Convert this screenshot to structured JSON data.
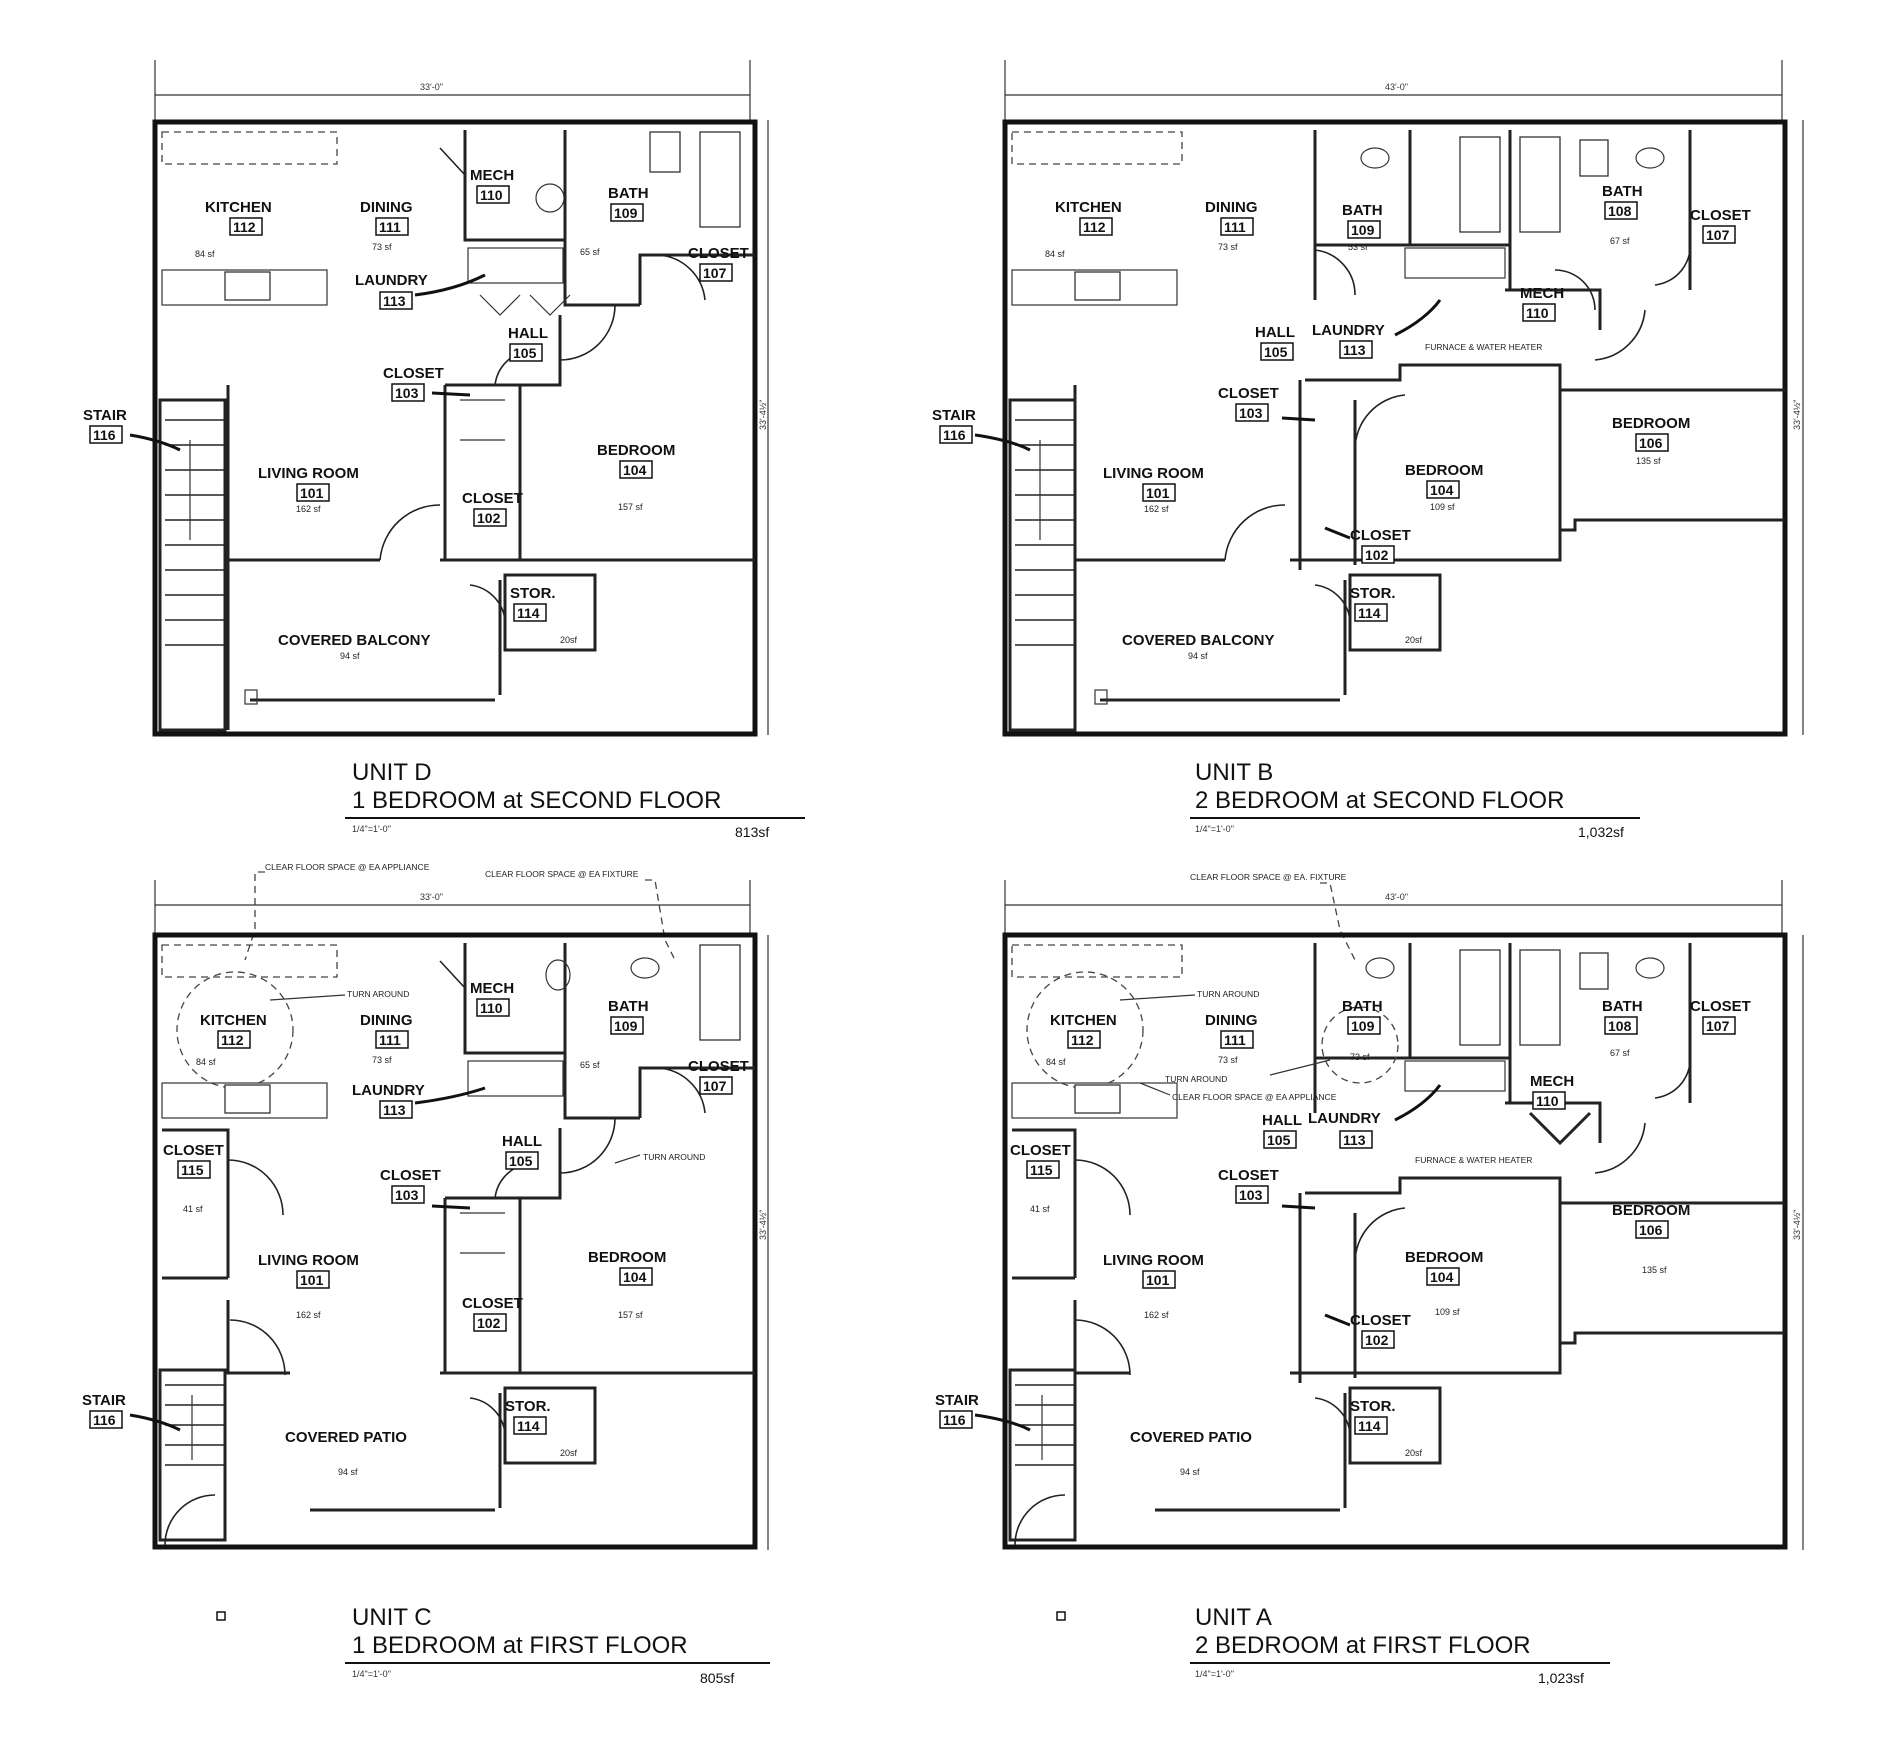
{
  "units": [
    {
      "id": "unit-d",
      "title": "UNIT D",
      "subtitle": "1 BEDROOM at SECOND FLOOR",
      "scale": "1/4\"=1'-0\"",
      "area": "813sf",
      "width_dim": "33'-0\"",
      "depth_dim": "33'-4½\"",
      "rooms": {
        "kitchen": {
          "name": "KITCHEN",
          "num": "112",
          "sf": "84 sf"
        },
        "dining": {
          "name": "DINING",
          "num": "111",
          "sf": "73 sf"
        },
        "mech": {
          "name": "MECH",
          "num": "110"
        },
        "bath": {
          "name": "BATH",
          "num": "109",
          "sf": "65 sf"
        },
        "closet107": {
          "name": "CLOSET",
          "num": "107"
        },
        "laundry": {
          "name": "LAUNDRY",
          "num": "113"
        },
        "hall": {
          "name": "HALL",
          "num": "105"
        },
        "closet103": {
          "name": "CLOSET",
          "num": "103"
        },
        "stair": {
          "name": "STAIR",
          "num": "116"
        },
        "living": {
          "name": "LIVING ROOM",
          "num": "101",
          "sf": "162 sf"
        },
        "closet102": {
          "name": "CLOSET",
          "num": "102"
        },
        "bedroom": {
          "name": "BEDROOM",
          "num": "104",
          "sf": "157 sf"
        },
        "stor": {
          "name": "STOR.",
          "num": "114",
          "sf": "20sf"
        },
        "balcony": {
          "name": "COVERED BALCONY",
          "sf": "94 sf"
        }
      }
    },
    {
      "id": "unit-b",
      "title": "UNIT B",
      "subtitle": "2 BEDROOM at SECOND FLOOR",
      "scale": "1/4\"=1'-0\"",
      "area": "1,032sf",
      "width_dim": "43'-0\"",
      "depth_dim": "33'-4½\"",
      "rooms": {
        "kitchen": {
          "name": "KITCHEN",
          "num": "112",
          "sf": "84 sf"
        },
        "dining": {
          "name": "DINING",
          "num": "111",
          "sf": "73 sf"
        },
        "bath109": {
          "name": "BATH",
          "num": "109",
          "sf": "53 sf"
        },
        "bath108": {
          "name": "BATH",
          "num": "108",
          "sf": "67 sf"
        },
        "closet107": {
          "name": "CLOSET",
          "num": "107"
        },
        "hall": {
          "name": "HALL",
          "num": "105"
        },
        "laundry": {
          "name": "LAUNDRY",
          "num": "113"
        },
        "mech": {
          "name": "MECH",
          "num": "110"
        },
        "furnace_note": "FURNACE & WATER HEATER",
        "closet103": {
          "name": "CLOSET",
          "num": "103"
        },
        "stair": {
          "name": "STAIR",
          "num": "116"
        },
        "living": {
          "name": "LIVING ROOM",
          "num": "101",
          "sf": "162 sf"
        },
        "bedroom104": {
          "name": "BEDROOM",
          "num": "104",
          "sf": "109 sf"
        },
        "bedroom106": {
          "name": "BEDROOM",
          "num": "106",
          "sf": "135 sf"
        },
        "closet102": {
          "name": "CLOSET",
          "num": "102"
        },
        "stor": {
          "name": "STOR.",
          "num": "114",
          "sf": "20sf"
        },
        "balcony": {
          "name": "COVERED BALCONY",
          "sf": "94 sf"
        }
      }
    },
    {
      "id": "unit-c",
      "title": "UNIT C",
      "subtitle": "1 BEDROOM at FIRST FLOOR",
      "scale": "1/4\"=1'-0\"",
      "area": "805sf",
      "width_dim": "33'-0\"",
      "depth_dim": "33'-4½\"",
      "notes": {
        "clear_appliance": "CLEAR FLOOR SPACE @ EA APPLIANCE",
        "clear_fixture": "CLEAR FLOOR SPACE @ EA FIXTURE",
        "turn_around": "TURN AROUND",
        "turn_around_hall": "TURN AROUND"
      },
      "rooms": {
        "kitchen": {
          "name": "KITCHEN",
          "num": "112",
          "sf": "84 sf"
        },
        "dining": {
          "name": "DINING",
          "num": "111",
          "sf": "73 sf"
        },
        "mech": {
          "name": "MECH",
          "num": "110"
        },
        "bath": {
          "name": "BATH",
          "num": "109",
          "sf": "65 sf"
        },
        "closet107": {
          "name": "CLOSET",
          "num": "107"
        },
        "laundry": {
          "name": "LAUNDRY",
          "num": "113"
        },
        "hall": {
          "name": "HALL",
          "num": "105"
        },
        "closet115": {
          "name": "CLOSET",
          "num": "115",
          "sf": "41 sf"
        },
        "closet103": {
          "name": "CLOSET",
          "num": "103"
        },
        "living": {
          "name": "LIVING ROOM",
          "num": "101",
          "sf": "162 sf"
        },
        "closet102": {
          "name": "CLOSET",
          "num": "102"
        },
        "bedroom": {
          "name": "BEDROOM",
          "num": "104",
          "sf": "157 sf"
        },
        "stair": {
          "name": "STAIR",
          "num": "116"
        },
        "stor": {
          "name": "STOR.",
          "num": "114",
          "sf": "20sf"
        },
        "patio": {
          "name": "COVERED PATIO",
          "sf": "94 sf"
        }
      }
    },
    {
      "id": "unit-a",
      "title": "UNIT A",
      "subtitle": "2 BEDROOM at FIRST FLOOR",
      "scale": "1/4\"=1'-0\"",
      "area": "1,023sf",
      "width_dim": "43'-0\"",
      "depth_dim": "33'-4½\"",
      "notes": {
        "clear_fixture": "CLEAR FLOOR SPACE @ EA. FIXTURE",
        "turn_around": "TURN AROUND",
        "turn_around2": "TURN AROUND",
        "clear_appliance": "CLEAR FLOOR SPACE @ EA APPLIANCE"
      },
      "rooms": {
        "kitchen": {
          "name": "KITCHEN",
          "num": "112",
          "sf": "84 sf"
        },
        "dining": {
          "name": "DINING",
          "num": "111",
          "sf": "73 sf"
        },
        "bath109": {
          "name": "BATH",
          "num": "109",
          "sf": "73 sf"
        },
        "bath108": {
          "name": "BATH",
          "num": "108",
          "sf": "67 sf"
        },
        "closet107": {
          "name": "CLOSET",
          "num": "107"
        },
        "hall": {
          "name": "HALL",
          "num": "105"
        },
        "laundry": {
          "name": "LAUNDRY",
          "num": "113"
        },
        "mech": {
          "name": "MECH",
          "num": "110"
        },
        "furnace_note": "FURNACE & WATER HEATER",
        "closet115": {
          "name": "CLOSET",
          "num": "115",
          "sf": "41 sf"
        },
        "closet103": {
          "name": "CLOSET",
          "num": "103"
        },
        "living": {
          "name": "LIVING ROOM",
          "num": "101",
          "sf": "162 sf"
        },
        "bedroom104": {
          "name": "BEDROOM",
          "num": "104",
          "sf": "109 sf"
        },
        "bedroom106": {
          "name": "BEDROOM",
          "num": "106",
          "sf": "135 sf"
        },
        "closet102": {
          "name": "CLOSET",
          "num": "102"
        },
        "stair": {
          "name": "STAIR",
          "num": "116"
        },
        "stor": {
          "name": "STOR.",
          "num": "114",
          "sf": "20sf"
        },
        "patio": {
          "name": "COVERED PATIO",
          "sf": "94 sf"
        }
      }
    }
  ]
}
